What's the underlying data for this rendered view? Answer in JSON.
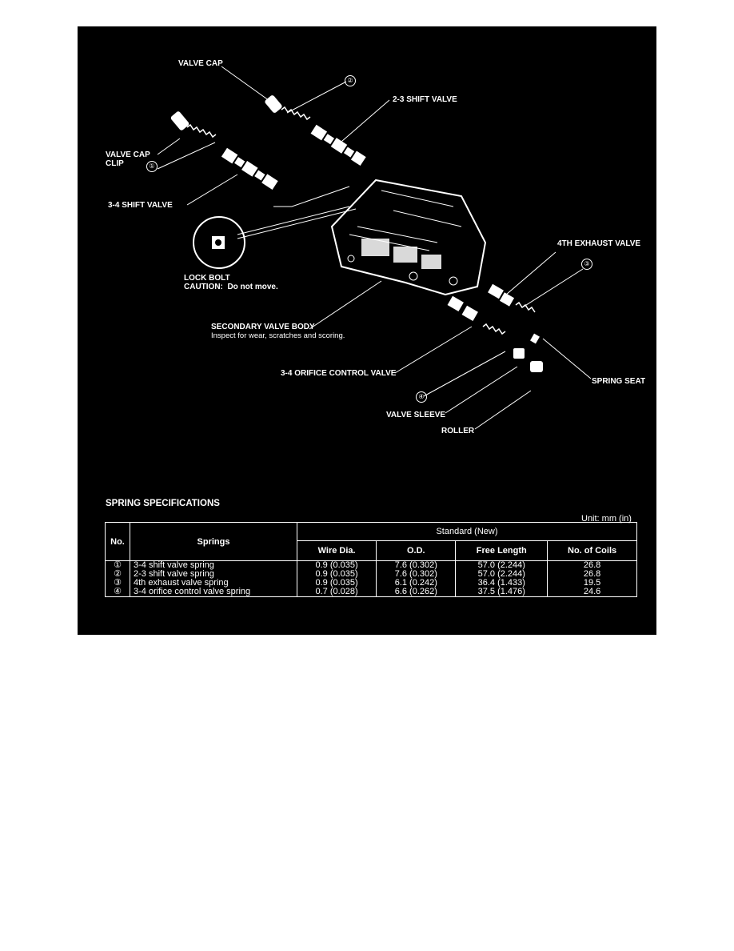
{
  "labels": {
    "valve_cap": "VALVE CAP",
    "shift_23": "2-3 SHIFT VALVE",
    "valve_cap_clip": "VALVE CAP\nCLIP",
    "shift_34": "3-4 SHIFT VALVE",
    "lock_bolt": "LOCK BOLT",
    "caution": "CAUTION:  Do not move.",
    "secondary_body": "SECONDARY VALVE BODY",
    "secondary_note": "Inspect for wear, scratches and scoring.",
    "exhaust_4th": "4TH EXHAUST VALVE",
    "orifice_34": "3-4 ORIFICE CONTROL VALVE",
    "spring_seat": "SPRING SEAT",
    "valve_sleeve": "VALVE SLEEVE",
    "roller": "ROLLER",
    "callouts": [
      "①",
      "②",
      "③",
      "④"
    ]
  },
  "spec": {
    "title": "SPRING SPECIFICATIONS",
    "unit": "Unit: mm (in)",
    "headers": {
      "no": "No.",
      "springs": "Springs",
      "standard": "Standard (New)",
      "wire": "Wire Dia.",
      "od": "O.D.",
      "free": "Free Length",
      "coils": "No. of Coils"
    },
    "rows": [
      {
        "no": "①",
        "spring": "3-4 shift valve spring",
        "wire": "0.9 (0.035)",
        "od": "7.6 (0.302)",
        "free": "57.0 (2.244)",
        "coils": "26.8"
      },
      {
        "no": "②",
        "spring": "2-3 shift valve spring",
        "wire": "0.9 (0.035)",
        "od": "7.6 (0.302)",
        "free": "57.0 (2.244)",
        "coils": "26.8"
      },
      {
        "no": "③",
        "spring": "4th exhaust valve spring",
        "wire": "0.9 (0.035)",
        "od": "6.1 (0.242)",
        "free": "36.4 (1.433)",
        "coils": "19.5"
      },
      {
        "no": "④",
        "spring": "3-4 orifice control valve spring",
        "wire": "0.7 (0.028)",
        "od": "6.6 (0.262)",
        "free": "37.5 (1.476)",
        "coils": "24.6"
      }
    ]
  },
  "colors": {
    "background": "#000000",
    "ink": "#ffffff",
    "page": "#ffffff"
  }
}
